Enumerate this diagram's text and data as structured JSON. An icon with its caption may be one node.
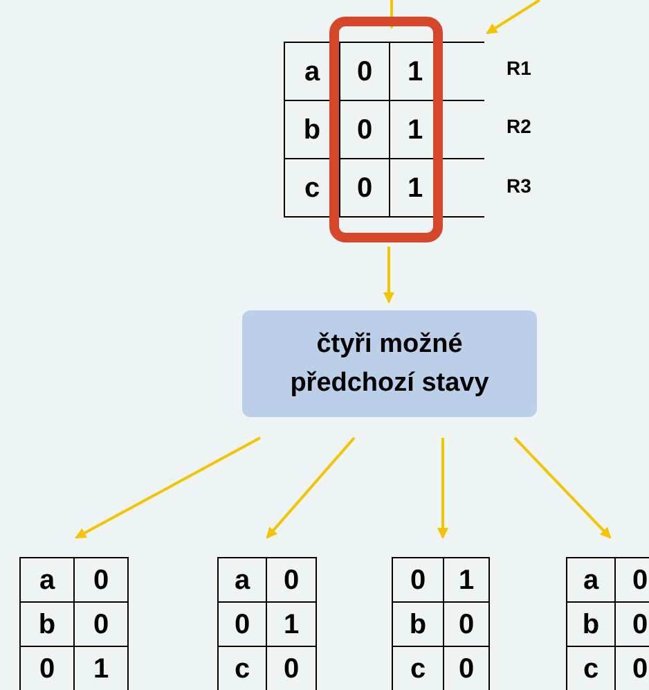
{
  "diagram": {
    "nodes": [
      {
        "text": [
          "a",
          "0",
          "1",
          "b",
          "0",
          "1",
          "c",
          "0",
          "1"
        ],
        "beside": [
          "R1",
          "R2",
          "R3"
        ]
      },
      {
        "text": [
          "čtyři možné předchozí stavy"
        ]
      },
      {
        "text": [
          "a",
          "0",
          "b",
          "0",
          "0",
          "1"
        ]
      },
      {
        "text": [
          "a",
          "0",
          "0",
          "1",
          "c",
          "0"
        ]
      },
      {
        "text": [
          "0",
          "1",
          "b",
          "0",
          "c",
          "0"
        ]
      },
      {
        "text": [
          "a",
          "0",
          "b",
          "0",
          "c",
          "0"
        ]
      }
    ],
    "edges": [
      {
        "from": null,
        "to": 0,
        "arrow": "to"
      },
      {
        "from": null,
        "to": 0,
        "arrow": "to"
      },
      {
        "from": 0,
        "to": 1,
        "arrow": "to"
      },
      {
        "from": 1,
        "to": 2,
        "arrow": "to"
      },
      {
        "from": 1,
        "to": 3,
        "arrow": "to"
      },
      {
        "from": 1,
        "to": 4,
        "arrow": "to"
      },
      {
        "from": 1,
        "to": 5,
        "arrow": "to"
      }
    ]
  }
}
